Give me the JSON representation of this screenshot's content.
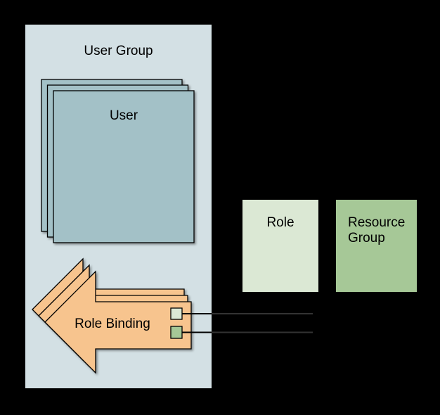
{
  "background": "#000000",
  "user_group": {
    "label": "User Group",
    "fill": "#d3e0e4"
  },
  "user_stack": {
    "label": "User",
    "copies": 3,
    "fill": "#a3c1c7"
  },
  "role_binding": {
    "label": "Role Binding",
    "copies": 3,
    "fill": "#f7c48e",
    "ports": [
      {
        "name": "role-port",
        "fill": "#dbe8d4"
      },
      {
        "name": "resource-group-port",
        "fill": "#a6c897"
      }
    ]
  },
  "role_box": {
    "label": "Role",
    "fill": "#dbe8d4"
  },
  "resource_group_box": {
    "label": "Resource Group",
    "lines": [
      "Resource",
      "Group"
    ],
    "fill": "#a6c897"
  },
  "connectors": {
    "stroke": "#000000",
    "faint_stroke": "#333333"
  }
}
